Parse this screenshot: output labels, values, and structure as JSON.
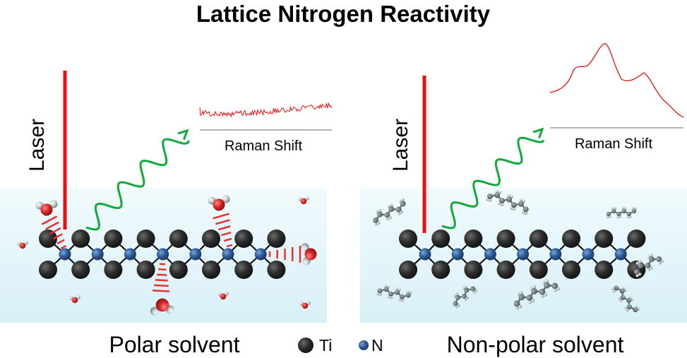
{
  "title": "Lattice Nitrogen Reactivity",
  "left_panel": {
    "laser_label": "Laser",
    "axis_label": "Raman Shift",
    "solvent_label": "Polar solvent"
  },
  "right_panel": {
    "laser_label": "Laser",
    "axis_label": "Raman Shift",
    "solvent_label": "Non-polar solvent"
  },
  "legend": {
    "ti_label": "Ti",
    "n_label": "N"
  },
  "colors": {
    "ti": "#2b2b2b",
    "n": "#2e5d9a",
    "laser": "#e81010",
    "photon": "#12a83c",
    "solvent": "#dff3f8"
  }
}
